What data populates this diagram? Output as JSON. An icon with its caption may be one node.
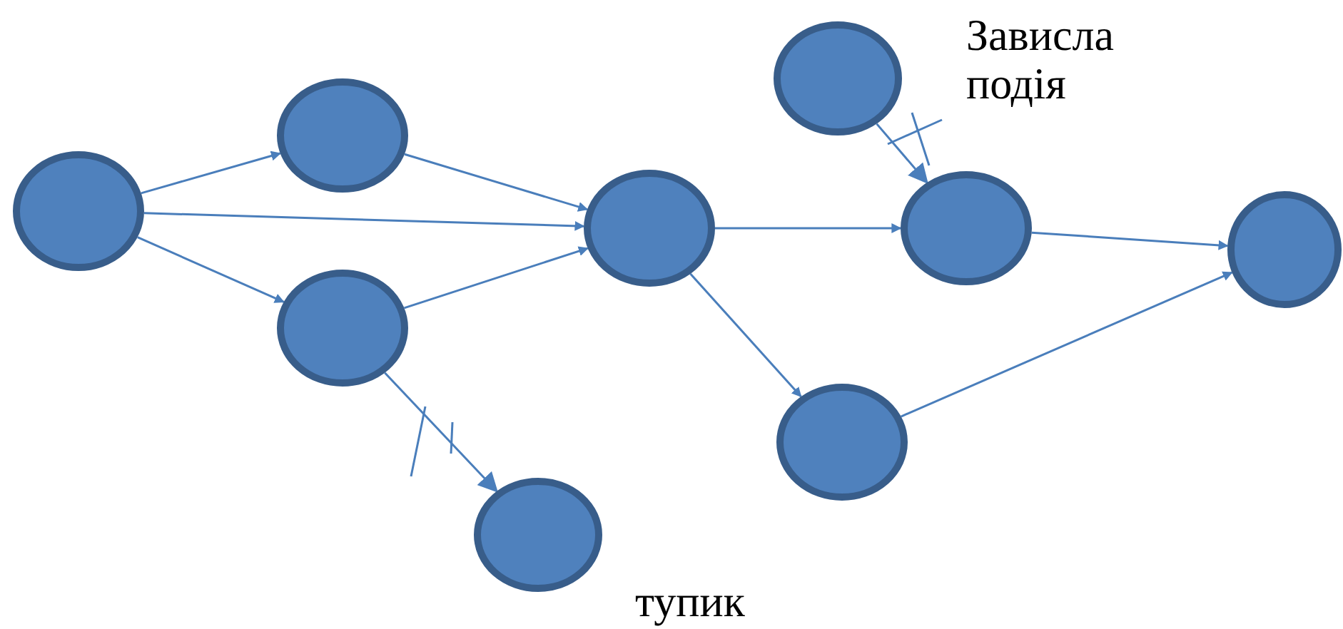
{
  "diagram": {
    "nodes": [
      {
        "text": [],
        "shape": "circle"
      },
      {
        "text": [],
        "shape": "circle"
      },
      {
        "text": [],
        "shape": "circle"
      },
      {
        "text": [],
        "shape": "circle",
        "beside": [
          "тупик"
        ]
      },
      {
        "text": [],
        "shape": "circle"
      },
      {
        "text": [],
        "shape": "circle",
        "beside": [
          "Зависла подія"
        ]
      },
      {
        "text": [],
        "shape": "circle"
      },
      {
        "text": [],
        "shape": "circle"
      },
      {
        "text": [],
        "shape": "circle"
      }
    ],
    "edges": [
      {
        "from": 0,
        "to": 1,
        "arrow": "to"
      },
      {
        "from": 0,
        "to": 4,
        "arrow": "to"
      },
      {
        "from": 0,
        "to": 2,
        "arrow": "to"
      },
      {
        "from": 1,
        "to": 4,
        "arrow": "to"
      },
      {
        "from": 2,
        "to": 4,
        "arrow": "to"
      },
      {
        "from": 2,
        "to": 3,
        "arrow": "to"
      },
      {
        "from": 4,
        "to": 6,
        "arrow": "to"
      },
      {
        "from": 4,
        "to": 7,
        "arrow": "to"
      },
      {
        "from": 5,
        "to": 6,
        "arrow": "to"
      },
      {
        "from": 6,
        "to": 8,
        "arrow": "to"
      },
      {
        "from": 7,
        "to": 8,
        "arrow": "to"
      }
    ]
  }
}
